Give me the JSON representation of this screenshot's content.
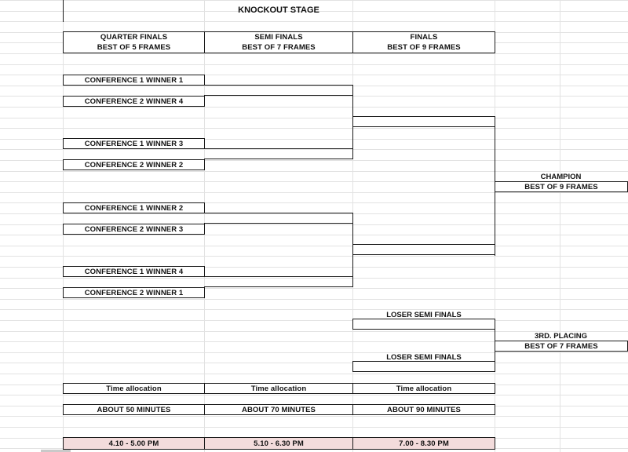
{
  "title": "KNOCKOUT STAGE",
  "headers": [
    {
      "round": "QUARTER FINALS",
      "format": "BEST OF 5 FRAMES"
    },
    {
      "round": "SEMI FINALS",
      "format": "BEST OF 7 FRAMES"
    },
    {
      "round": "FINALS",
      "format": "BEST OF 9 FRAMES"
    }
  ],
  "quarter_slots": [
    "CONFERENCE 1  WINNER 1",
    "CONFERENCE 2   WINNER 4",
    "CONFERENCE 1  WINNER 3",
    "CONFERENCE 2  WINNER 2",
    "CONFERENCE 1  WINNER 2",
    "CONFERENCE 2  WINNER 3",
    "CONFERENCE 1  WINNER 4",
    "CONFERENCE 2  WINNER 1"
  ],
  "champion": {
    "label": "CHAMPION",
    "format": "BEST OF 9 FRAMES"
  },
  "loser_semis": [
    "LOSER SEMI FINALS",
    "LOSER SEMI FINALS"
  ],
  "third_place": {
    "label": "3RD. PLACING",
    "format": "BEST OF 7 FRAMES"
  },
  "time_allocation": [
    {
      "label": "Time allocation",
      "duration": "ABOUT 50 MINUTES",
      "slot": "4.10 - 5.00 PM"
    },
    {
      "label": "Time allocation",
      "duration": "ABOUT 70 MINUTES",
      "slot": "5.10 - 6.30 PM"
    },
    {
      "label": "Time allocation",
      "duration": "ABOUT 90 MINUTES",
      "slot": "7.00 - 8.30 PM"
    }
  ],
  "colors": {
    "highlight_row": "#f3dcdc",
    "gridline": "#e2e2e2",
    "border": "#1a1a1a"
  }
}
